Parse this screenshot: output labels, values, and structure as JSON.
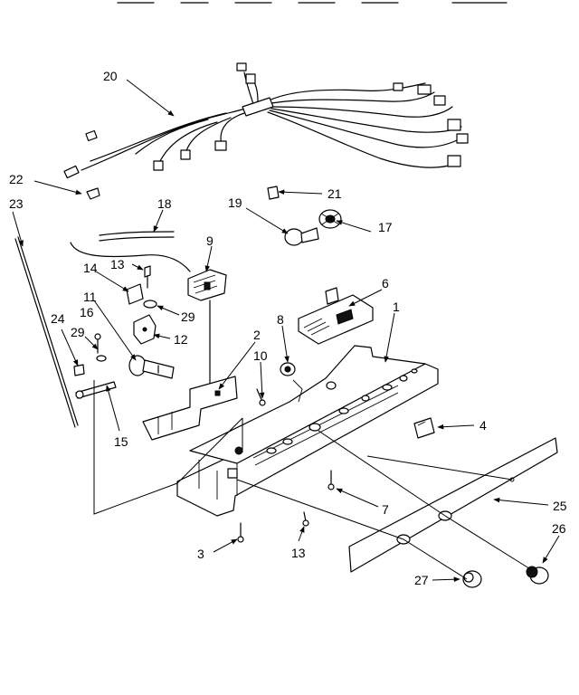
{
  "callouts": [
    {
      "id": "c20",
      "label": "20"
    },
    {
      "id": "c22",
      "label": "22"
    },
    {
      "id": "c23",
      "label": "23"
    },
    {
      "id": "c18",
      "label": "18"
    },
    {
      "id": "c19",
      "label": "19"
    },
    {
      "id": "c21",
      "label": "21"
    },
    {
      "id": "c17",
      "label": "17"
    },
    {
      "id": "c9",
      "label": "9"
    },
    {
      "id": "c13a",
      "label": "13"
    },
    {
      "id": "c14",
      "label": "14"
    },
    {
      "id": "c29a",
      "label": "29"
    },
    {
      "id": "c11",
      "label": "11"
    },
    {
      "id": "c16",
      "label": "16"
    },
    {
      "id": "c12",
      "label": "12"
    },
    {
      "id": "c24",
      "label": "24"
    },
    {
      "id": "c29b",
      "label": "29"
    },
    {
      "id": "c6",
      "label": "6"
    },
    {
      "id": "c1",
      "label": "1"
    },
    {
      "id": "c8",
      "label": "8"
    },
    {
      "id": "c2",
      "label": "2"
    },
    {
      "id": "c10",
      "label": "10"
    },
    {
      "id": "c15",
      "label": "15"
    },
    {
      "id": "c4",
      "label": "4"
    },
    {
      "id": "c7",
      "label": "7"
    },
    {
      "id": "c25",
      "label": "25"
    },
    {
      "id": "c26",
      "label": "26"
    },
    {
      "id": "c3",
      "label": "3"
    },
    {
      "id": "c13b",
      "label": "13"
    },
    {
      "id": "c27",
      "label": "27"
    }
  ]
}
